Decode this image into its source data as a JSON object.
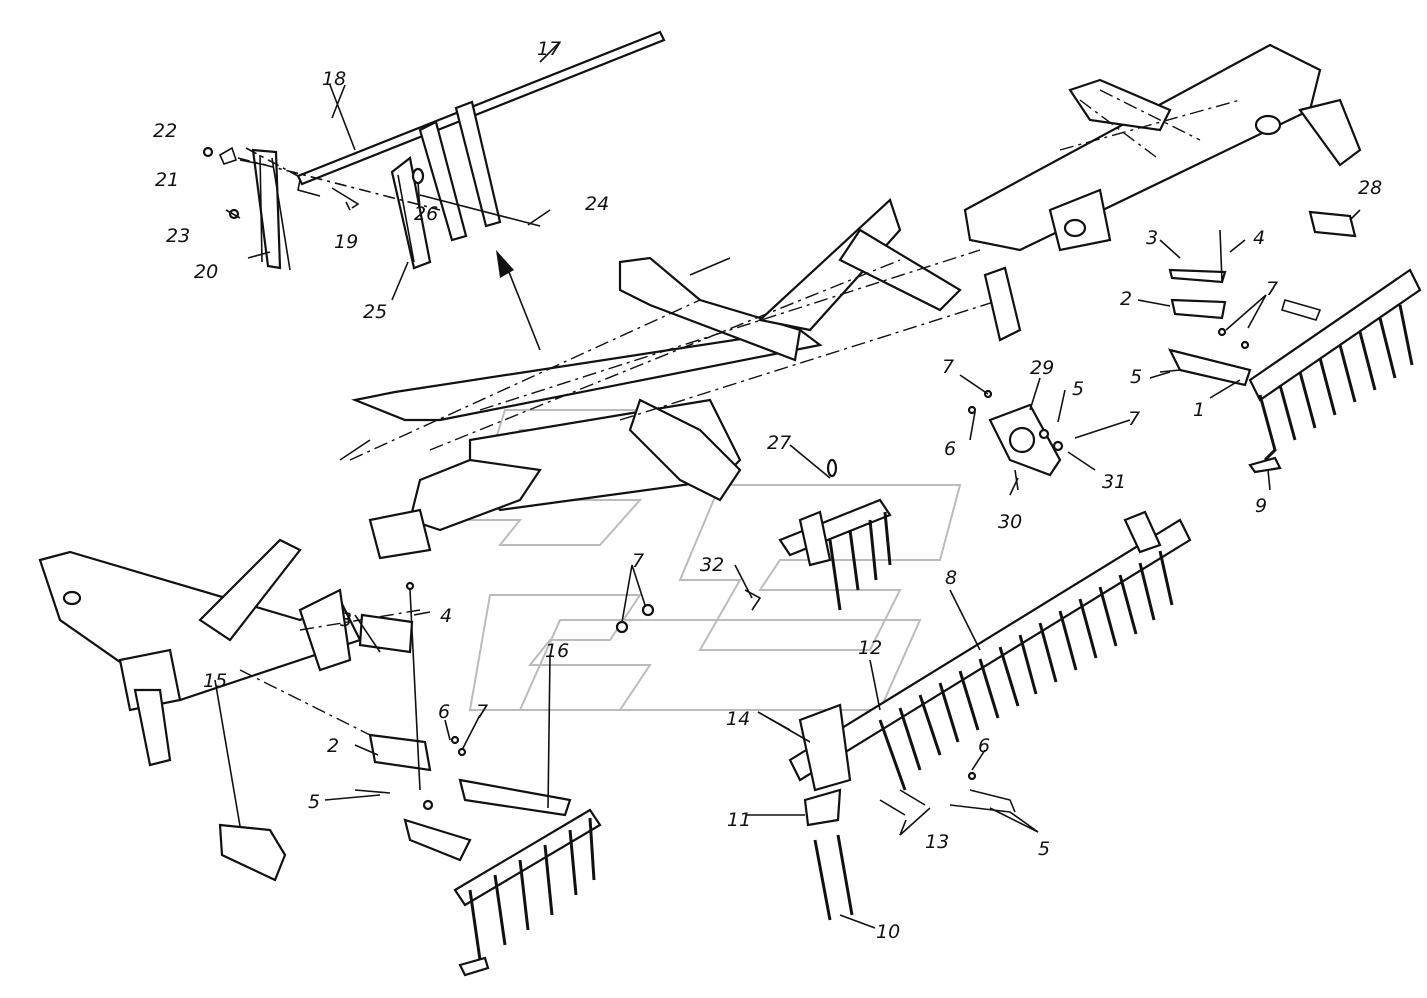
{
  "labels": [
    {
      "id": "l1",
      "text": "1"
    },
    {
      "id": "l2a",
      "text": "2"
    },
    {
      "id": "l2b",
      "text": "2"
    },
    {
      "id": "l3a",
      "text": "3"
    },
    {
      "id": "l3b",
      "text": "3"
    },
    {
      "id": "l4a",
      "text": "4"
    },
    {
      "id": "l4b",
      "text": "4"
    },
    {
      "id": "l5a",
      "text": "5"
    },
    {
      "id": "l5b",
      "text": "5"
    },
    {
      "id": "l5c",
      "text": "5"
    },
    {
      "id": "l5d",
      "text": "5"
    },
    {
      "id": "l6a",
      "text": "6"
    },
    {
      "id": "l6b",
      "text": "6"
    },
    {
      "id": "l6c",
      "text": "6"
    },
    {
      "id": "l7a",
      "text": "7"
    },
    {
      "id": "l7b",
      "text": "7"
    },
    {
      "id": "l7c",
      "text": "7"
    },
    {
      "id": "l7d",
      "text": "7"
    },
    {
      "id": "l7e",
      "text": "7"
    },
    {
      "id": "l8",
      "text": "8"
    },
    {
      "id": "l9",
      "text": "9"
    },
    {
      "id": "l10",
      "text": "10"
    },
    {
      "id": "l11",
      "text": "11"
    },
    {
      "id": "l12",
      "text": "12"
    },
    {
      "id": "l13",
      "text": "13"
    },
    {
      "id": "l14",
      "text": "14"
    },
    {
      "id": "l15",
      "text": "15"
    },
    {
      "id": "l16",
      "text": "16"
    },
    {
      "id": "l17",
      "text": "17"
    },
    {
      "id": "l18",
      "text": "18"
    },
    {
      "id": "l19",
      "text": "19"
    },
    {
      "id": "l20",
      "text": "20"
    },
    {
      "id": "l21",
      "text": "21"
    },
    {
      "id": "l22",
      "text": "22"
    },
    {
      "id": "l23",
      "text": "23"
    },
    {
      "id": "l24",
      "text": "24"
    },
    {
      "id": "l25",
      "text": "25"
    },
    {
      "id": "l26",
      "text": "26"
    },
    {
      "id": "l27",
      "text": "27"
    },
    {
      "id": "l28",
      "text": "28"
    },
    {
      "id": "l29",
      "text": "29"
    },
    {
      "id": "l30",
      "text": "30"
    },
    {
      "id": "l31",
      "text": "31"
    },
    {
      "id": "l32",
      "text": "32"
    }
  ],
  "colors": {
    "line": "#111111",
    "watermark": "#bbbbbb",
    "background": "#ffffff"
  }
}
